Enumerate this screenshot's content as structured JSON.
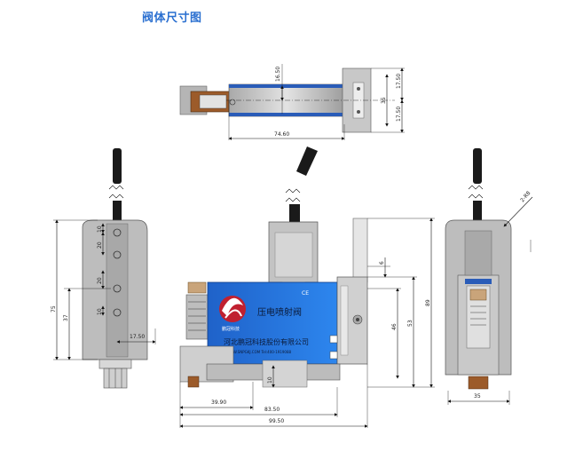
{
  "title": "阀体尺寸图",
  "top_view": {
    "dims": {
      "h1": "16.50",
      "w": "74.60",
      "r1": "17.50",
      "r2": "35",
      "r3": "17.50"
    }
  },
  "left_view": {
    "dims": {
      "h_total": "75",
      "h_lower": "37",
      "p1": "10",
      "p2": "20",
      "p3": "20",
      "p4": "10",
      "w": "17.50"
    }
  },
  "front_view": {
    "label_main": "压电喷射阀",
    "company": "河北鹏冠科技股份有限公司",
    "website": "WWW.SNPGKJ.COM  Tel:400-1919088",
    "logo_text": "鹏冠科技",
    "ce_mark": "CE",
    "dims": {
      "d6": "6",
      "d46": "46",
      "d53": "53",
      "d89": "89",
      "d10": "10",
      "w1": "39.90",
      "w2": "83.50",
      "w3": "99.50"
    }
  },
  "right_view": {
    "dims": {
      "chamfer": "2-R8",
      "w": "35"
    }
  },
  "colors": {
    "title": "#2a6fd0",
    "body_blue": "#1e6fd9",
    "metal": "#c9c9c9",
    "dark": "#1a1a1a"
  }
}
